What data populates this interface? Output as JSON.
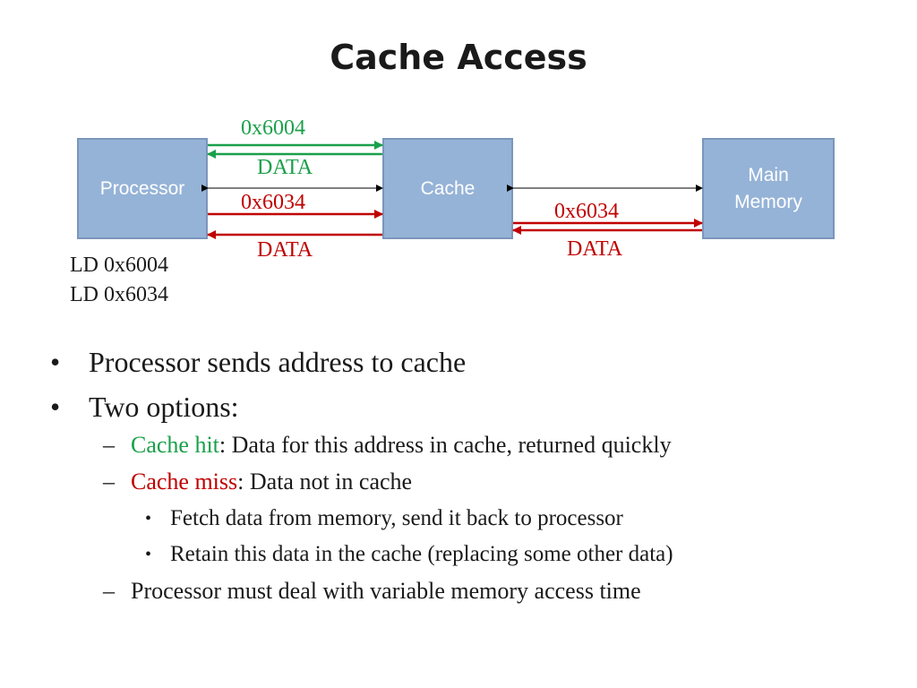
{
  "slide": {
    "title": "Cache Access"
  },
  "diagram": {
    "boxes": {
      "processor": "Processor",
      "cache": "Cache",
      "memory": "Main\nMemory"
    },
    "labels": {
      "hit_address": "0x6004",
      "hit_data": "DATA",
      "miss_address": "0x6034",
      "miss_data": "DATA",
      "mem_address": "0x6034",
      "mem_data": "DATA"
    },
    "instructions": [
      "LD 0x6004",
      "LD 0x6034"
    ],
    "colors": {
      "hit": "#1aa04a",
      "miss": "#c00000",
      "box": "#95b3d7",
      "box_border": "#7a96bb"
    }
  },
  "bullets": {
    "b1": "Processor sends address to cache",
    "b2": "Two options:",
    "hit_term": "Cache hit",
    "hit_rest": ": Data for this address in cache, returned quickly",
    "miss_term": "Cache miss",
    "miss_rest": ": Data not in cache",
    "miss_sub1": "Fetch data from memory, send it back to processor",
    "miss_sub2": "Retain this data in the cache (replacing some other data)",
    "last": "Processor must deal with variable memory access time",
    "bullet_char": "•",
    "dash_char": "–"
  }
}
